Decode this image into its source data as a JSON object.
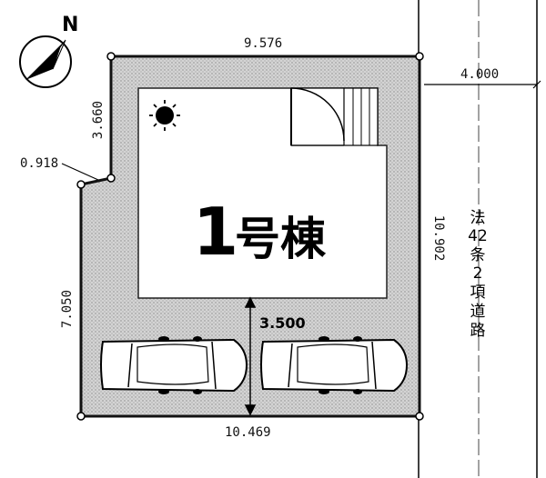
{
  "compass": {
    "label": "N",
    "icon": "north-arrow-icon"
  },
  "lot": {
    "dim_top": "9.576",
    "dim_left_upper": "3.660",
    "dim_corner": "0.918",
    "dim_left_lower": "7.050",
    "dim_right": "10.902",
    "dim_bottom": "10.469",
    "dim_parking_depth": "3.500",
    "fill_color": "#c8c8c8"
  },
  "building": {
    "number": "1",
    "label": "号棟"
  },
  "road": {
    "width": "4.000",
    "label_chars": [
      "法",
      "42",
      "条",
      "2",
      "項",
      "道",
      "路"
    ]
  },
  "icons": [
    "sun-icon",
    "door-swing-icon",
    "car-icon",
    "car-icon"
  ]
}
